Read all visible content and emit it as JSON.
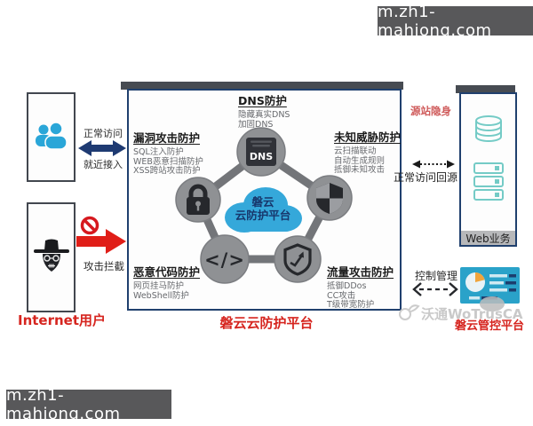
{
  "banners": {
    "top_right": "m.zh1-mahjong.com",
    "bottom_left": "m.zh1-mahjong.com"
  },
  "left_panel": {
    "internet_user_label": "Internet用户",
    "normal_access_top": "正常访问",
    "normal_access_bottom": "就近接入",
    "attack_block_label": "攻击拦截"
  },
  "platform": {
    "bottom_label": "磐云云防护平台",
    "cloud_line1": "磐云",
    "cloud_line2": "云防护平台",
    "dns_icon_text": "DNS",
    "code_icon_text": "</>",
    "modules": [
      {
        "title": "DNS防护",
        "items": [
          "隐藏真实DNS",
          "加固DNS"
        ]
      },
      {
        "title": "漏洞攻击防护",
        "items": [
          "SQL注入防护",
          "WEB恶意扫描防护",
          "XSS跨站攻击防护"
        ]
      },
      {
        "title": "未知威胁防护",
        "items": [
          "云扫描联动",
          "自动生成规则",
          "抵御未知攻击"
        ]
      },
      {
        "title": "恶意代码防护",
        "items": [
          "网页挂马防护",
          "WebShell防护"
        ]
      },
      {
        "title": "流量攻击防护",
        "items": [
          "抵御DDos",
          "CC攻击",
          "T级带宽防护"
        ]
      }
    ]
  },
  "right_panel": {
    "origin_hidden_label": "源站隐身",
    "normal_return_label": "正常访问回源",
    "web_service_label": "Web业务",
    "control_label": "控制管理",
    "console_label": "磐云管控平台"
  },
  "watermark": "沃通WoTrusCA",
  "colors": {
    "accent_red": "#d6251f",
    "navy_arrow": "#1e3a72",
    "cloud_blue": "#35a8da",
    "teal": "#74cbc6",
    "dashboard_blue": "#2aa2c9",
    "banner_gray": "#58585a",
    "node_gray": "#8f9194",
    "origin_hidden_red": "#cf5a5a"
  }
}
